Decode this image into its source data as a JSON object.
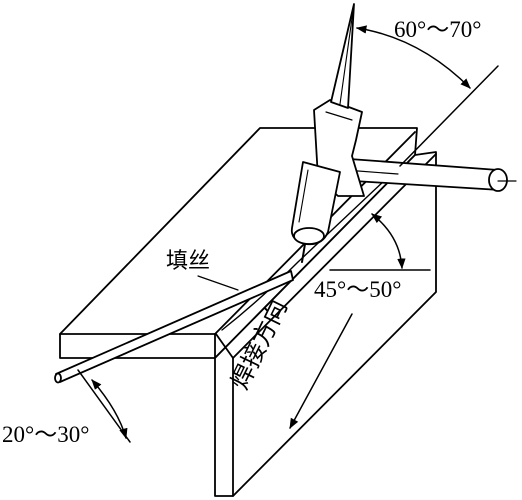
{
  "labels": {
    "angle_torch_top": "60°～70°",
    "angle_torch_side": "45°～50°",
    "angle_filler": "20°～30°",
    "filler_wire": "填丝",
    "weld_direction": "焊接方向"
  }
}
